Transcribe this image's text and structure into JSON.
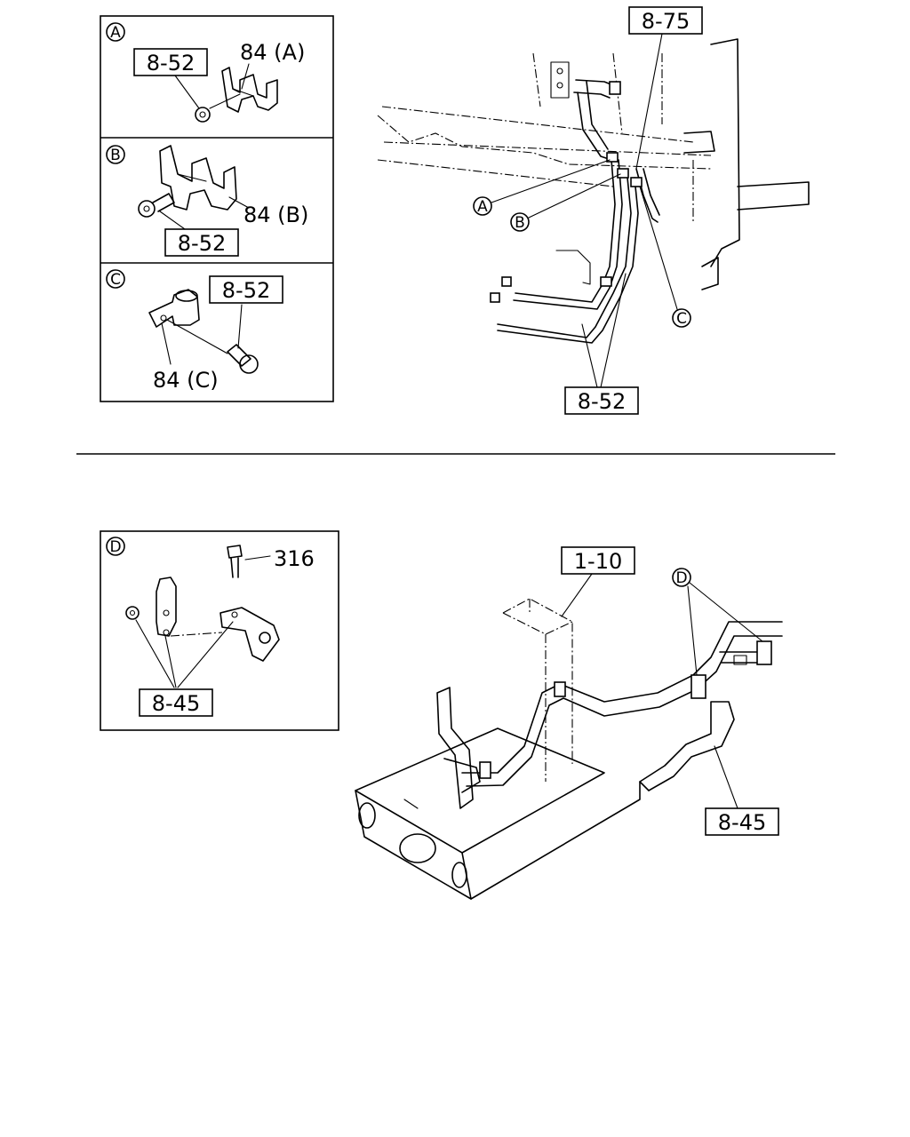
{
  "top": {
    "detail_a": {
      "letter": "A",
      "ref_box": "8-52",
      "part": "84 (A)"
    },
    "detail_b": {
      "letter": "B",
      "part": "84 (B)",
      "ref_box": "8-52"
    },
    "detail_c": {
      "letter": "C",
      "ref_box": "8-52",
      "part": "84 (C)"
    },
    "main": {
      "ref_top": "8-75",
      "callout_a": "A",
      "callout_b": "B",
      "callout_c": "C",
      "ref_bottom": "8-52"
    }
  },
  "bottom": {
    "detail_d": {
      "letter": "D",
      "part_bolt": "316",
      "ref_box": "8-45"
    },
    "main": {
      "ref_top": "1-10",
      "callout_d": "D",
      "ref_right": "8-45"
    }
  }
}
